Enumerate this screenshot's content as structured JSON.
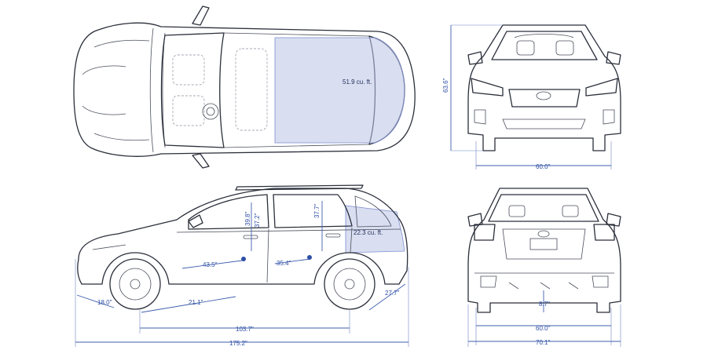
{
  "labels": {
    "cargo_max": "51.9 cu. ft.",
    "cargo_rear": "22.3 cu. ft.",
    "overall_height": "63.6\"",
    "front_track": "60.0\"",
    "front_headroom": "39.8\"",
    "rear_headroom": "37.7\"",
    "headroom_2": "37.2\"",
    "front_legroom": "43.5\"",
    "rear_legroom": "35.4\"",
    "front_overhang": "18.0\"",
    "approach": "21.1\"",
    "rear_angle": "27.7\"",
    "wheelbase": "103.7\"",
    "overall_length": "175.2\"",
    "ground_clearance": "8.7\"",
    "rear_track": "60.0\"",
    "overall_width": "70.1\""
  },
  "colors": {
    "dimension_line": "#3f5fae",
    "cargo_fill": "#b9c3e6",
    "outline": "#2b2f3a"
  }
}
